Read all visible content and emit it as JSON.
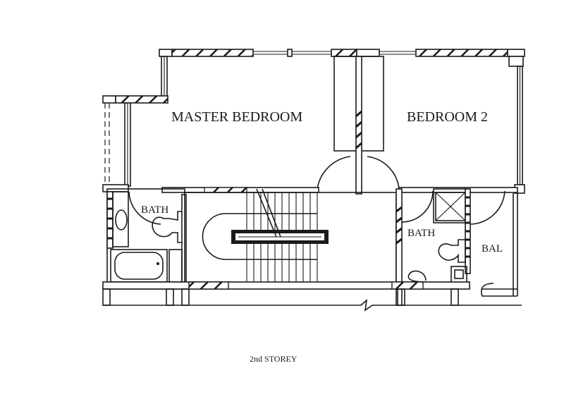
{
  "plan": {
    "caption": "2nd STOREY",
    "rooms": {
      "master_bedroom": "MASTER BEDROOM",
      "bedroom_2": "BEDROOM 2",
      "bath_left": "BATH",
      "bath_right": "BATH",
      "balcony": "BAL"
    }
  },
  "colors": {
    "ink": "#1a1a1a",
    "paper": "#ffffff"
  }
}
